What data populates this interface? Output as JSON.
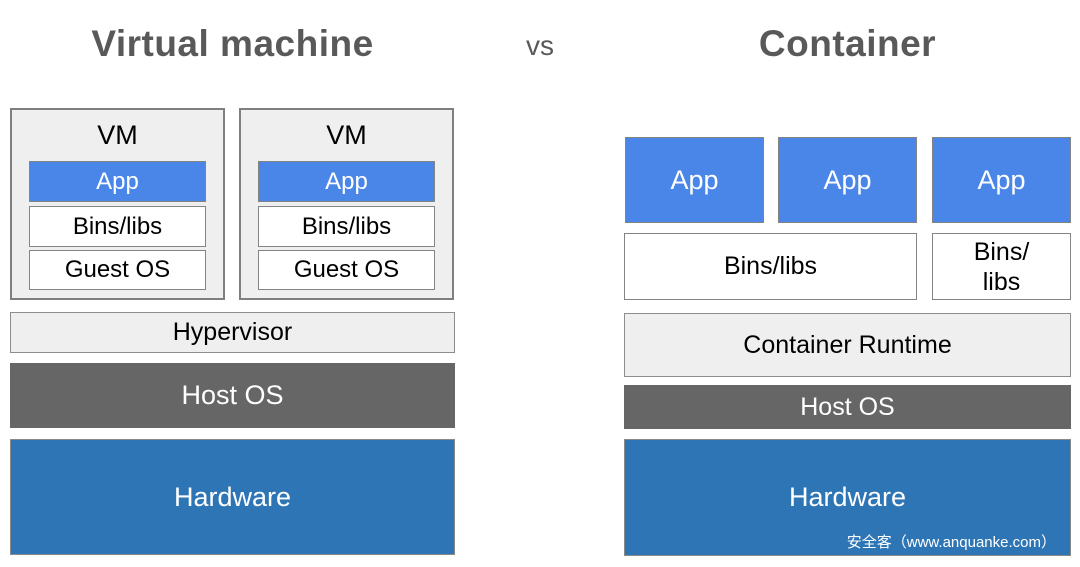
{
  "title": {
    "left": "Virtual machine",
    "vs": "vs",
    "right": "Container"
  },
  "colors": {
    "app_blue": "#4a86e8",
    "hardware_blue": "#2e75b6",
    "host_os_gray": "#666666",
    "panel_gray": "#efefef",
    "border_gray": "#7f7f7f",
    "title_gray": "#595959"
  },
  "vm_column": {
    "vm_boxes": [
      {
        "label": "VM",
        "app": "App",
        "bins": "Bins/libs",
        "guest": "Guest OS"
      },
      {
        "label": "VM",
        "app": "App",
        "bins": "Bins/libs",
        "guest": "Guest OS"
      }
    ],
    "hypervisor": "Hypervisor",
    "host_os": "Host OS",
    "hardware": "Hardware"
  },
  "container_column": {
    "apps": [
      "App",
      "App",
      "App"
    ],
    "bins_wide": "Bins/libs",
    "bins_narrow_line1": "Bins/",
    "bins_narrow_line2": "libs",
    "container_runtime": "Container Runtime",
    "host_os": "Host OS",
    "hardware": "Hardware"
  },
  "watermark": "安全客（www.anquanke.com）"
}
